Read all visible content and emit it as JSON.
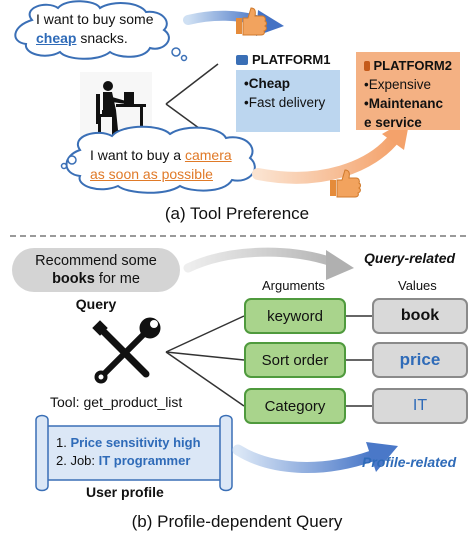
{
  "tool_preference": {
    "cloud1": {
      "prefix": "I want to buy some",
      "highlight": "cheap",
      "suffix": "snacks."
    },
    "cloud2": {
      "prefix": "I want to buy a",
      "highlight1": "camera",
      "highlight2": "as soon as possible"
    },
    "platform1": {
      "title": "PLATFORM1",
      "item1": "•Cheap",
      "item2": "•Fast delivery"
    },
    "platform2": {
      "title": "PLATFORM2",
      "item1": "•Expensive",
      "item2a": "•Maintenanc",
      "item2b": "e service"
    },
    "caption": "(a) Tool Preference"
  },
  "profile_query": {
    "query_bubble": {
      "line1": "Recommend some",
      "bold_word": "books",
      "after_bold": "for me"
    },
    "query_label": "Query",
    "tool_label": "Tool: get_product_list",
    "arguments_header": "Arguments",
    "values_header": "Values",
    "query_related": "Query-related",
    "profile_related": "Profile-related",
    "arguments": [
      "keyword",
      "Sort order",
      "Category"
    ],
    "values": [
      "book",
      "price",
      "IT"
    ],
    "profile_scroll": {
      "line1_prefix": "1. ",
      "line1_value": "Price sensitivity high",
      "line2_prefix": "2. Job: ",
      "line2_value": "IT programmer"
    },
    "profile_label": "User profile",
    "caption": "(b) Profile-dependent Query"
  },
  "colors": {
    "platform1": "#bcd6ef",
    "platform2": "#f4b183",
    "arg_green": "#a9d48c",
    "value_gray": "#d9d9d9",
    "blue_text": "#2f6bb8",
    "orange_text": "#e07a28"
  }
}
